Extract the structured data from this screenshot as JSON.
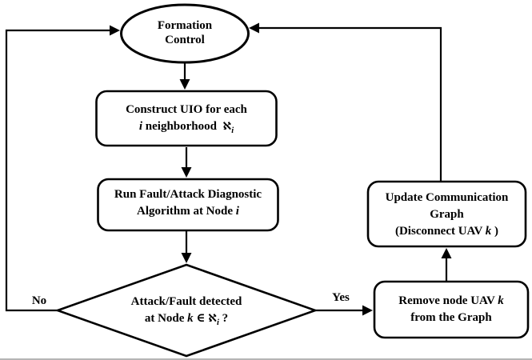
{
  "colors": {
    "stroke": "#000000",
    "text": "#000000",
    "background": "#ffffff",
    "baseline_rule": "#b5b5b5"
  },
  "edges": {
    "yes_label": "Yes",
    "no_label": "No"
  },
  "nodes": {
    "formation_control": {
      "line1": "Formation",
      "line2": "Control"
    },
    "construct_uio": {
      "line1": "Construct UIO for each",
      "var_i": "i",
      "line2_text": " neighborhood  ",
      "aleph": "ℵ",
      "aleph_sub": "i"
    },
    "run_diagnostic": {
      "line1": "Run Fault/Attack Diagnostic",
      "line2_text": "Algorithm at Node ",
      "var_i": "i"
    },
    "decision": {
      "line1": "Attack/Fault detected",
      "line2_pre": "at Node ",
      "var_k": "k",
      "element_of": " ∈ ",
      "aleph": "ℵ",
      "aleph_sub": "i",
      "line2_post": " ?"
    },
    "remove_node": {
      "line1_text": "Remove node UAV ",
      "var_k": "k",
      "line2": "from the Graph"
    },
    "update_graph": {
      "line1": "Update Communication",
      "line2": "Graph",
      "line3_pre": "(Disconnect UAV ",
      "var_k": "k",
      "line3_post": " )"
    }
  }
}
